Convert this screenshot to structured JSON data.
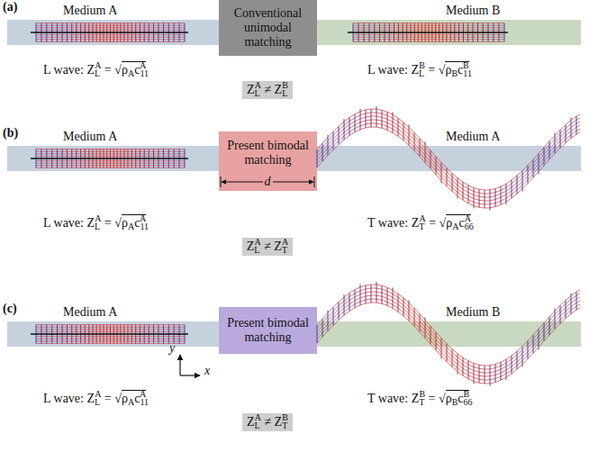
{
  "diagram": {
    "nodes": [
      {
        "text": [
          "Medium A"
        ]
      },
      {
        "text": [
          "Conventional unimodal matching"
        ]
      },
      {
        "text": [
          "Medium B"
        ]
      },
      {
        "text": [
          "ZLA ≠ ZLB"
        ]
      },
      {
        "text": [
          "Medium A"
        ]
      },
      {
        "text": [
          "Present bimodal matching"
        ]
      },
      {
        "text": [
          "Medium A"
        ]
      },
      {
        "text": [
          "ZLA ≠ ZTA"
        ]
      },
      {
        "text": [
          "Medium A"
        ]
      },
      {
        "text": [
          "Present bimodal matching"
        ]
      },
      {
        "text": [
          "Medium B"
        ]
      },
      {
        "text": [
          "ZLA ≠ ZTB"
        ]
      }
    ],
    "labels": [
      "(a)",
      "L wave: ZLA = √ρAc11A",
      "L wave: ZLB = √ρBc11B",
      "(b)",
      "L wave: ZLA = √ρAc11A",
      "d",
      "T wave: ZTA = √ρAc66A",
      "(c)",
      "L wave: ZLA = √ρAc11A",
      "y",
      "x",
      "T wave: ZTB = √ρBc66B"
    ]
  }
}
